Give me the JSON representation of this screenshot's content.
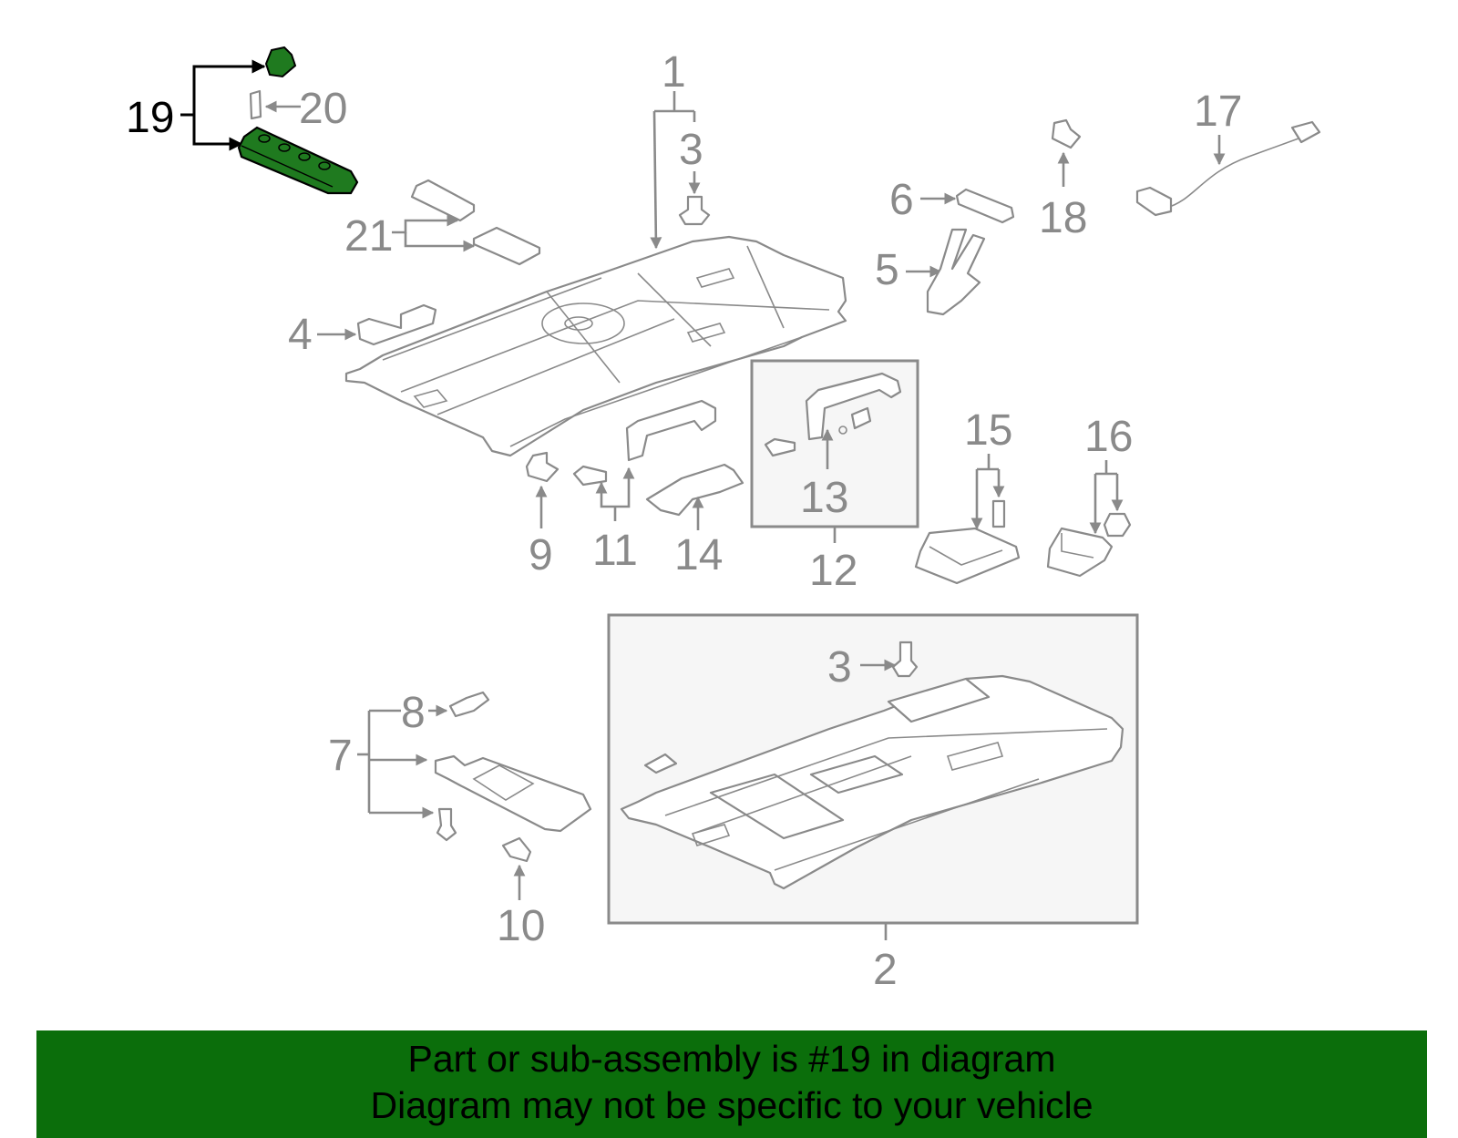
{
  "callouts": {
    "n1": "1",
    "n2": "2",
    "n3a": "3",
    "n3b": "3",
    "n4": "4",
    "n5": "5",
    "n6": "6",
    "n7": "7",
    "n8": "8",
    "n9": "9",
    "n10": "10",
    "n11": "11",
    "n12": "12",
    "n13": "13",
    "n14": "14",
    "n15": "15",
    "n16": "16",
    "n17": "17",
    "n18": "18",
    "n19": "19",
    "n20": "20",
    "n21": "21"
  },
  "highlighted_callout": "19",
  "colors": {
    "highlight_part": "#1f7a1f",
    "banner_bg": "#0b6e0b",
    "line_gray": "#8a8a8a"
  },
  "banner": {
    "line1": "Part or sub-assembly is #19 in diagram",
    "line2": "Diagram may not be specific to your vehicle"
  }
}
